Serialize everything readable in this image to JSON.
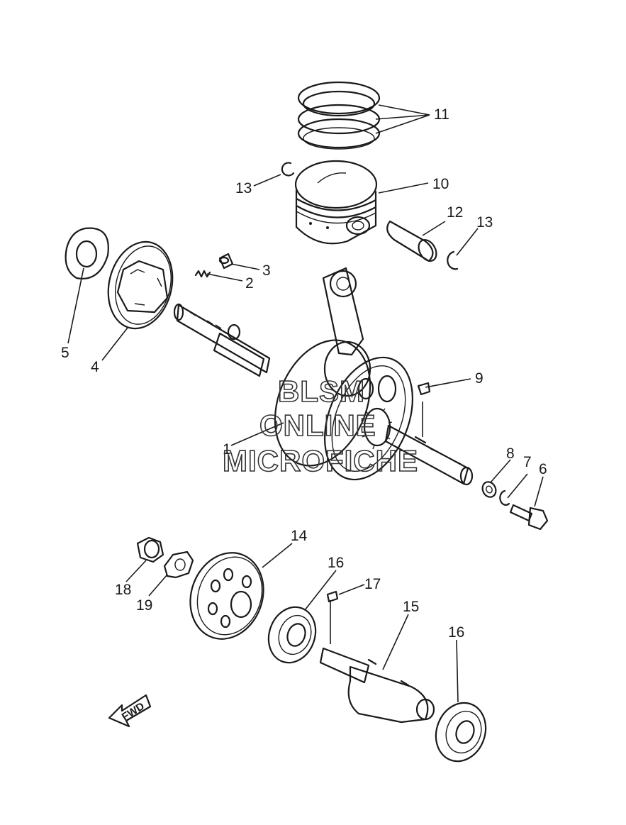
{
  "callouts": {
    "c1": "1",
    "c2": "2",
    "c3": "3",
    "c4": "4",
    "c5": "5",
    "c6": "6",
    "c7": "7",
    "c8": "8",
    "c9": "9",
    "c10": "10",
    "c11": "11",
    "c12": "12",
    "c13a": "13",
    "c13b": "13",
    "c14": "14",
    "c15": "15",
    "c16a": "16",
    "c16b": "16",
    "c17": "17",
    "c18": "18",
    "c19": "19"
  },
  "watermark": {
    "line1": "BLSM",
    "line2": "ONLINE",
    "line3": "MICROFICHE"
  },
  "direction_label": "FWD"
}
